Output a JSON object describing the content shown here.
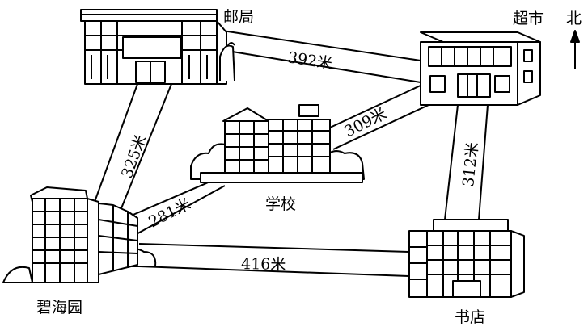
{
  "places": {
    "post_office": "邮局",
    "supermarket": "超市",
    "school": "学校",
    "biyuan": "碧海园",
    "bookstore": "书店"
  },
  "north": "北",
  "roads": {
    "post_supermarket": "392米",
    "post_biyuan": "325米",
    "school_supermarket": "309米",
    "biyuan_school": "281米",
    "supermarket_bookstore": "312米",
    "biyuan_bookstore": "416米"
  }
}
